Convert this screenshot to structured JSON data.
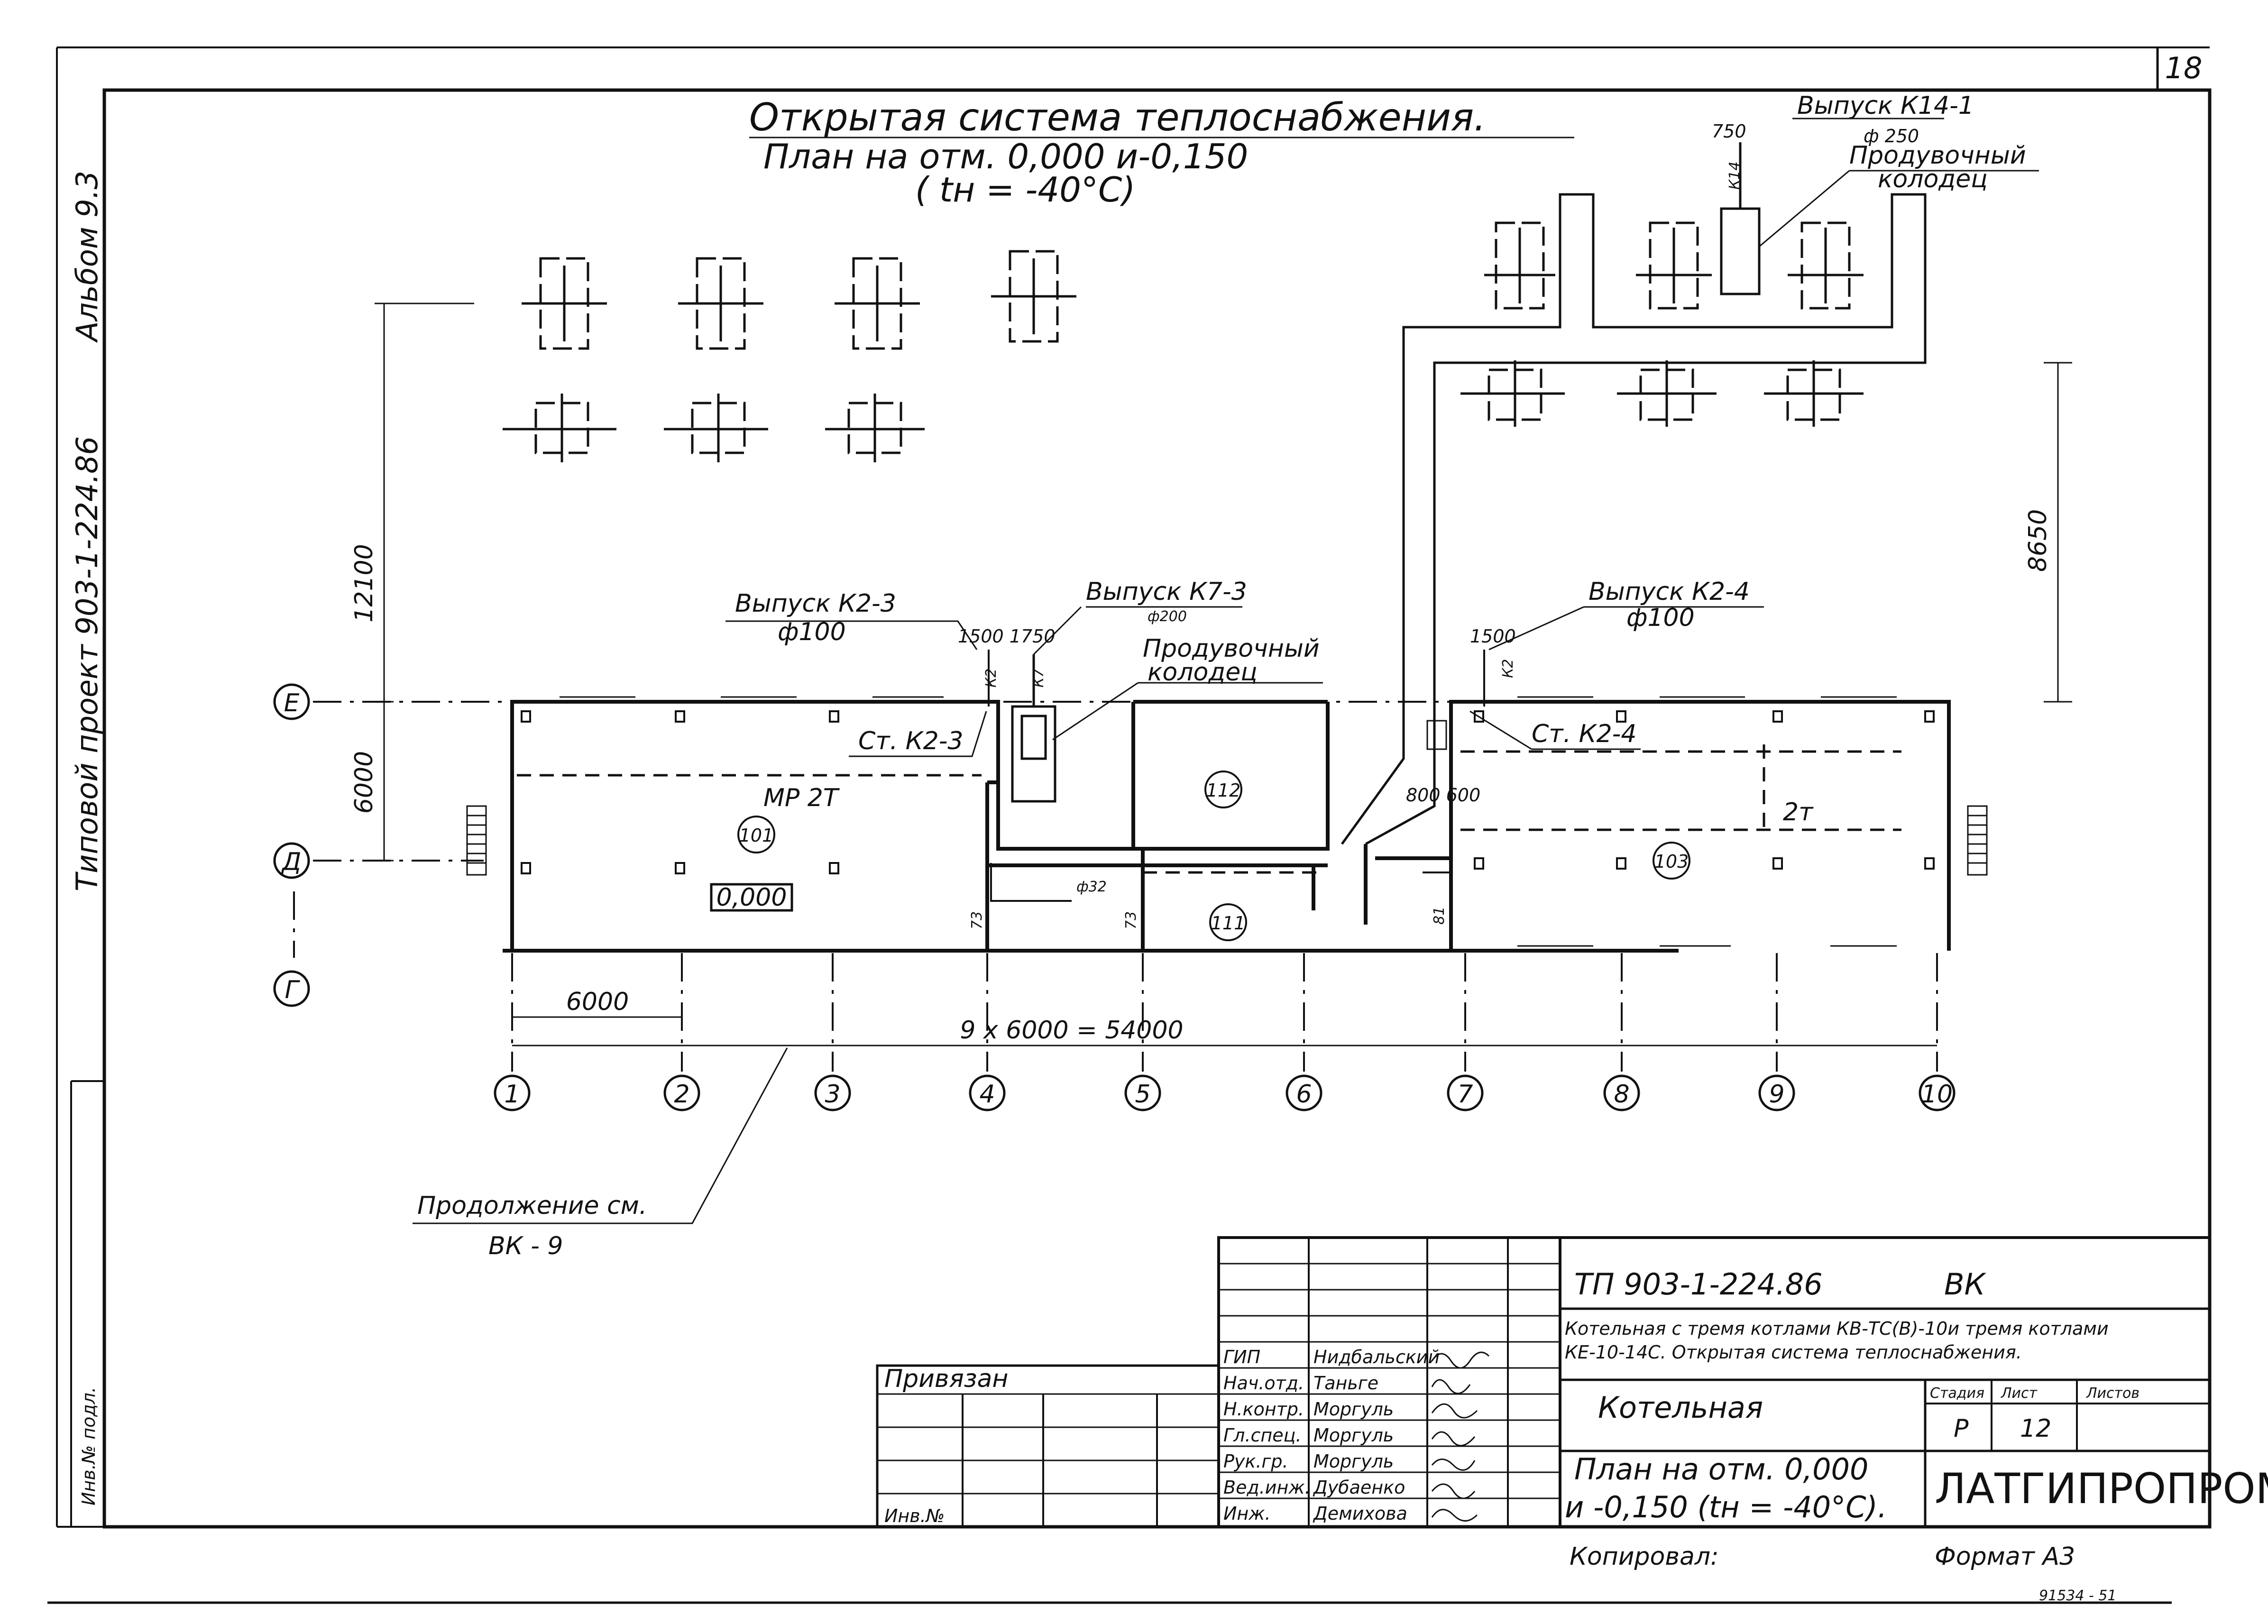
{
  "sheet": {
    "page_number": "18",
    "side_stamp_series": "Типовой проект 903-1-224.86",
    "side_stamp_album": "Альбом 9.3",
    "side_stamp_inv": "Инв.№ подл."
  },
  "title": {
    "line1": "Открытая система теплоснабжения.",
    "line2": "План на отм. 0,000 и-0,150",
    "line3": "( tн = -40°С)"
  },
  "annotations": {
    "vypusk_k14_1": "Выпуск К14-1",
    "vypusk_k14_1_dia": "ф 250",
    "produv_kolodec_top_1": "Продувочный",
    "produv_kolodec_top_2": "колодец",
    "dim_750": "750",
    "vypusk_k2_3": "Выпуск К2-3",
    "vypusk_k2_3_dia": "ф100",
    "vypusk_k7_3": "Выпуск К7-3",
    "vypusk_k7_3_dia": "ф200",
    "produv_kolodec_mid_1": "Продувочный",
    "produv_kolodec_mid_2": "колодец",
    "dim_1500_1750": "1500 1750",
    "vypusk_k2_4": "Выпуск К2-4",
    "vypusk_k2_4_dia": "ф100",
    "dim_1500_b": "1500",
    "st_k2_3": "Ст. К2-3",
    "st_k2_4": "Ст. К2-4",
    "mp2t": "МР 2Т",
    "two_t": "2т",
    "room_101": "101",
    "room_112": "112",
    "room_111": "111",
    "room_103": "103",
    "level_0000": "0,000",
    "dim_12100": "12100",
    "dim_6000_v": "6000",
    "dim_8650": "8650",
    "dim_800_600": "800 600",
    "dim_6000_h": "6000",
    "dim_total": "9 х 6000 = 54000",
    "dim_73a": "73",
    "dim_73b": "73",
    "dim_81": "81",
    "phi_32": "ф32",
    "k2_tag_a": "К2",
    "k7_tag": "К7",
    "k2_tag_b": "К2",
    "k14_tag": "К14",
    "continuation_1": "Продолжение см.",
    "continuation_2": "ВК - 9"
  },
  "row_axes": [
    "Е",
    "Д",
    "Г"
  ],
  "col_axes": [
    "1",
    "2",
    "3",
    "4",
    "5",
    "6",
    "7",
    "8",
    "9",
    "10"
  ],
  "title_block": {
    "designation": "ТП 903-1-224.86",
    "mark": "ВК",
    "project_name_1": "Котельная с тремя котлами КВ-ТС(В)-10и тремя котлами",
    "project_name_2": "КЕ-10-14С. Открытая система теплоснабжения.",
    "building": "Котельная",
    "stage_label": "Стадия",
    "sheet_label": "Лист",
    "sheets_label": "Листов",
    "stage": "Р",
    "sheet": "12",
    "drawing_1": "План на отм. 0,000",
    "drawing_2": "и -0,150 (tн = -40°С).",
    "organization": "ЛАТГИПРОПРОМ",
    "copied": "Копировал: ",
    "format": "Формат А3",
    "archive_no": "91534 - 51",
    "privyazan": "Привязан",
    "inv_no": "Инв.№",
    "roles": [
      "ГИП",
      "Нач.отд.",
      "Н.контр.",
      "Гл.спец.",
      "Рук.гр.",
      "Вед.инж.",
      "Инж."
    ],
    "names": [
      "Нидбальский",
      "Таньге",
      "Моргуль",
      "Моргуль",
      "Моргуль",
      "Дубаенко",
      "Демихова"
    ]
  }
}
